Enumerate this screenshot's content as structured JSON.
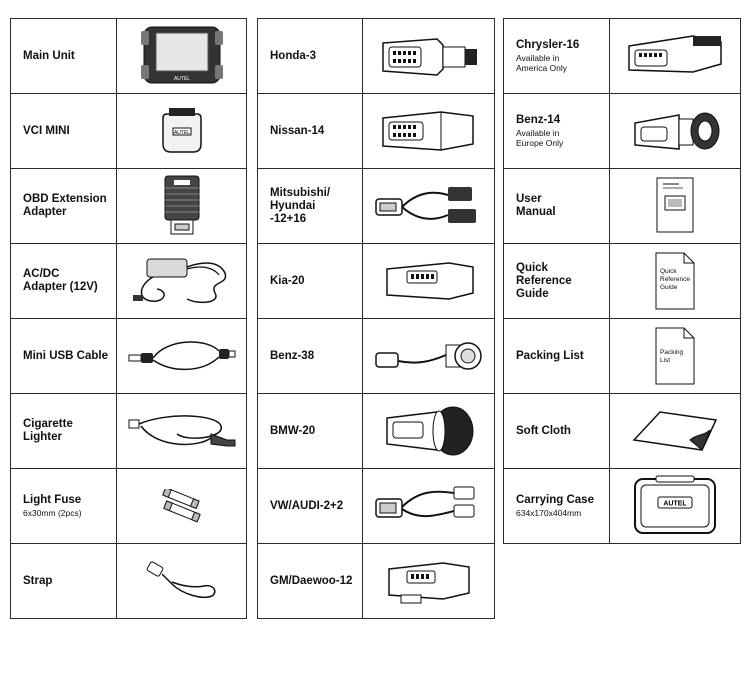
{
  "column1": [
    {
      "title": "Main Unit",
      "sub": "",
      "icon": "tablet-icon",
      "logo": "AUTEL"
    },
    {
      "title": "VCI MINI",
      "sub": "",
      "icon": "vci-dongle-icon",
      "logo": "AUTEL"
    },
    {
      "title": "OBD Extension\nAdapter",
      "sub": "",
      "icon": "obd-extension-adapter-icon"
    },
    {
      "title": "AC/DC\nAdapter (12V)",
      "sub": "",
      "icon": "power-adapter-icon"
    },
    {
      "title": "Mini USB Cable",
      "sub": "",
      "icon": "usb-cable-icon"
    },
    {
      "title": "Cigarette Lighter",
      "sub": "",
      "icon": "cigarette-lighter-cable-icon"
    },
    {
      "title": "Light Fuse",
      "sub": "6x30mm (2pcs)",
      "icon": "fuse-icon"
    },
    {
      "title": "Strap",
      "sub": "",
      "icon": "strap-icon"
    }
  ],
  "column2": [
    {
      "title": "Honda-3",
      "sub": "",
      "icon": "connector-icon"
    },
    {
      "title": "Nissan-14",
      "sub": "",
      "icon": "connector-icon"
    },
    {
      "title": "Mitsubishi/\nHyundai\n-12+16",
      "sub": "",
      "icon": "y-cable-connector-icon"
    },
    {
      "title": "Kia-20",
      "sub": "",
      "icon": "connector-icon"
    },
    {
      "title": "Benz-38",
      "sub": "",
      "icon": "round-connector-cable-icon"
    },
    {
      "title": "BMW-20",
      "sub": "",
      "icon": "round-connector-icon"
    },
    {
      "title": "VW/AUDI-2+2",
      "sub": "",
      "icon": "y-cable-connector-icon"
    },
    {
      "title": "GM/Daewoo-12",
      "sub": "",
      "icon": "connector-icon"
    }
  ],
  "column3": [
    {
      "title": "Chrysler-16",
      "sub": "Available in\nAmerica Only",
      "icon": "connector-icon"
    },
    {
      "title": "Benz-14",
      "sub": "Available in\nEurope Only",
      "icon": "round-connector-icon"
    },
    {
      "title": "User\nManual",
      "sub": "",
      "icon": "manual-icon"
    },
    {
      "title": "Quick\nReference\nGuide",
      "sub": "",
      "icon": "document-icon",
      "doc_text": "Quick\nReference\nGuide"
    },
    {
      "title": "Packing List",
      "sub": "",
      "icon": "document-icon",
      "doc_text": "Packing\nList"
    },
    {
      "title": "Soft Cloth",
      "sub": "",
      "icon": "cloth-icon"
    },
    {
      "title": "Carrying Case",
      "sub": "634x170x404mm",
      "icon": "case-icon",
      "logo": "AUTEL"
    }
  ]
}
